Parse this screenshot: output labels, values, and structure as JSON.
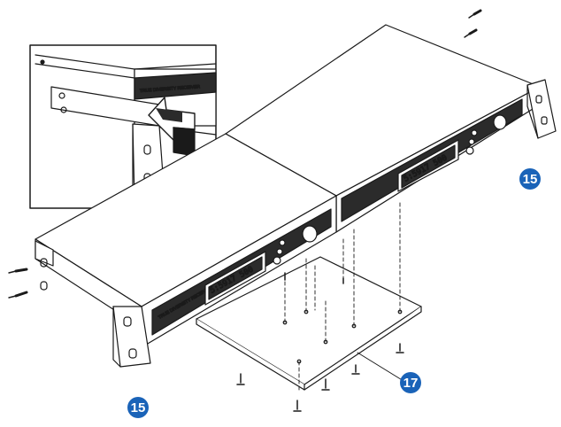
{
  "callouts": [
    {
      "label": "15",
      "color": "#1a63b8"
    },
    {
      "label": "15",
      "color": "#1a63b8"
    },
    {
      "label": "17",
      "color": "#1a63b8"
    }
  ],
  "receivers": [
    {
      "display_text": "5:5917 500",
      "position": "front-left"
    },
    {
      "display_text": "5:5917 500",
      "position": "rear-right"
    }
  ],
  "colors": {
    "line": "#1a1a1a",
    "panel": "#2b2b2b",
    "body": "#ffffff",
    "accent": "#1a63b8"
  }
}
